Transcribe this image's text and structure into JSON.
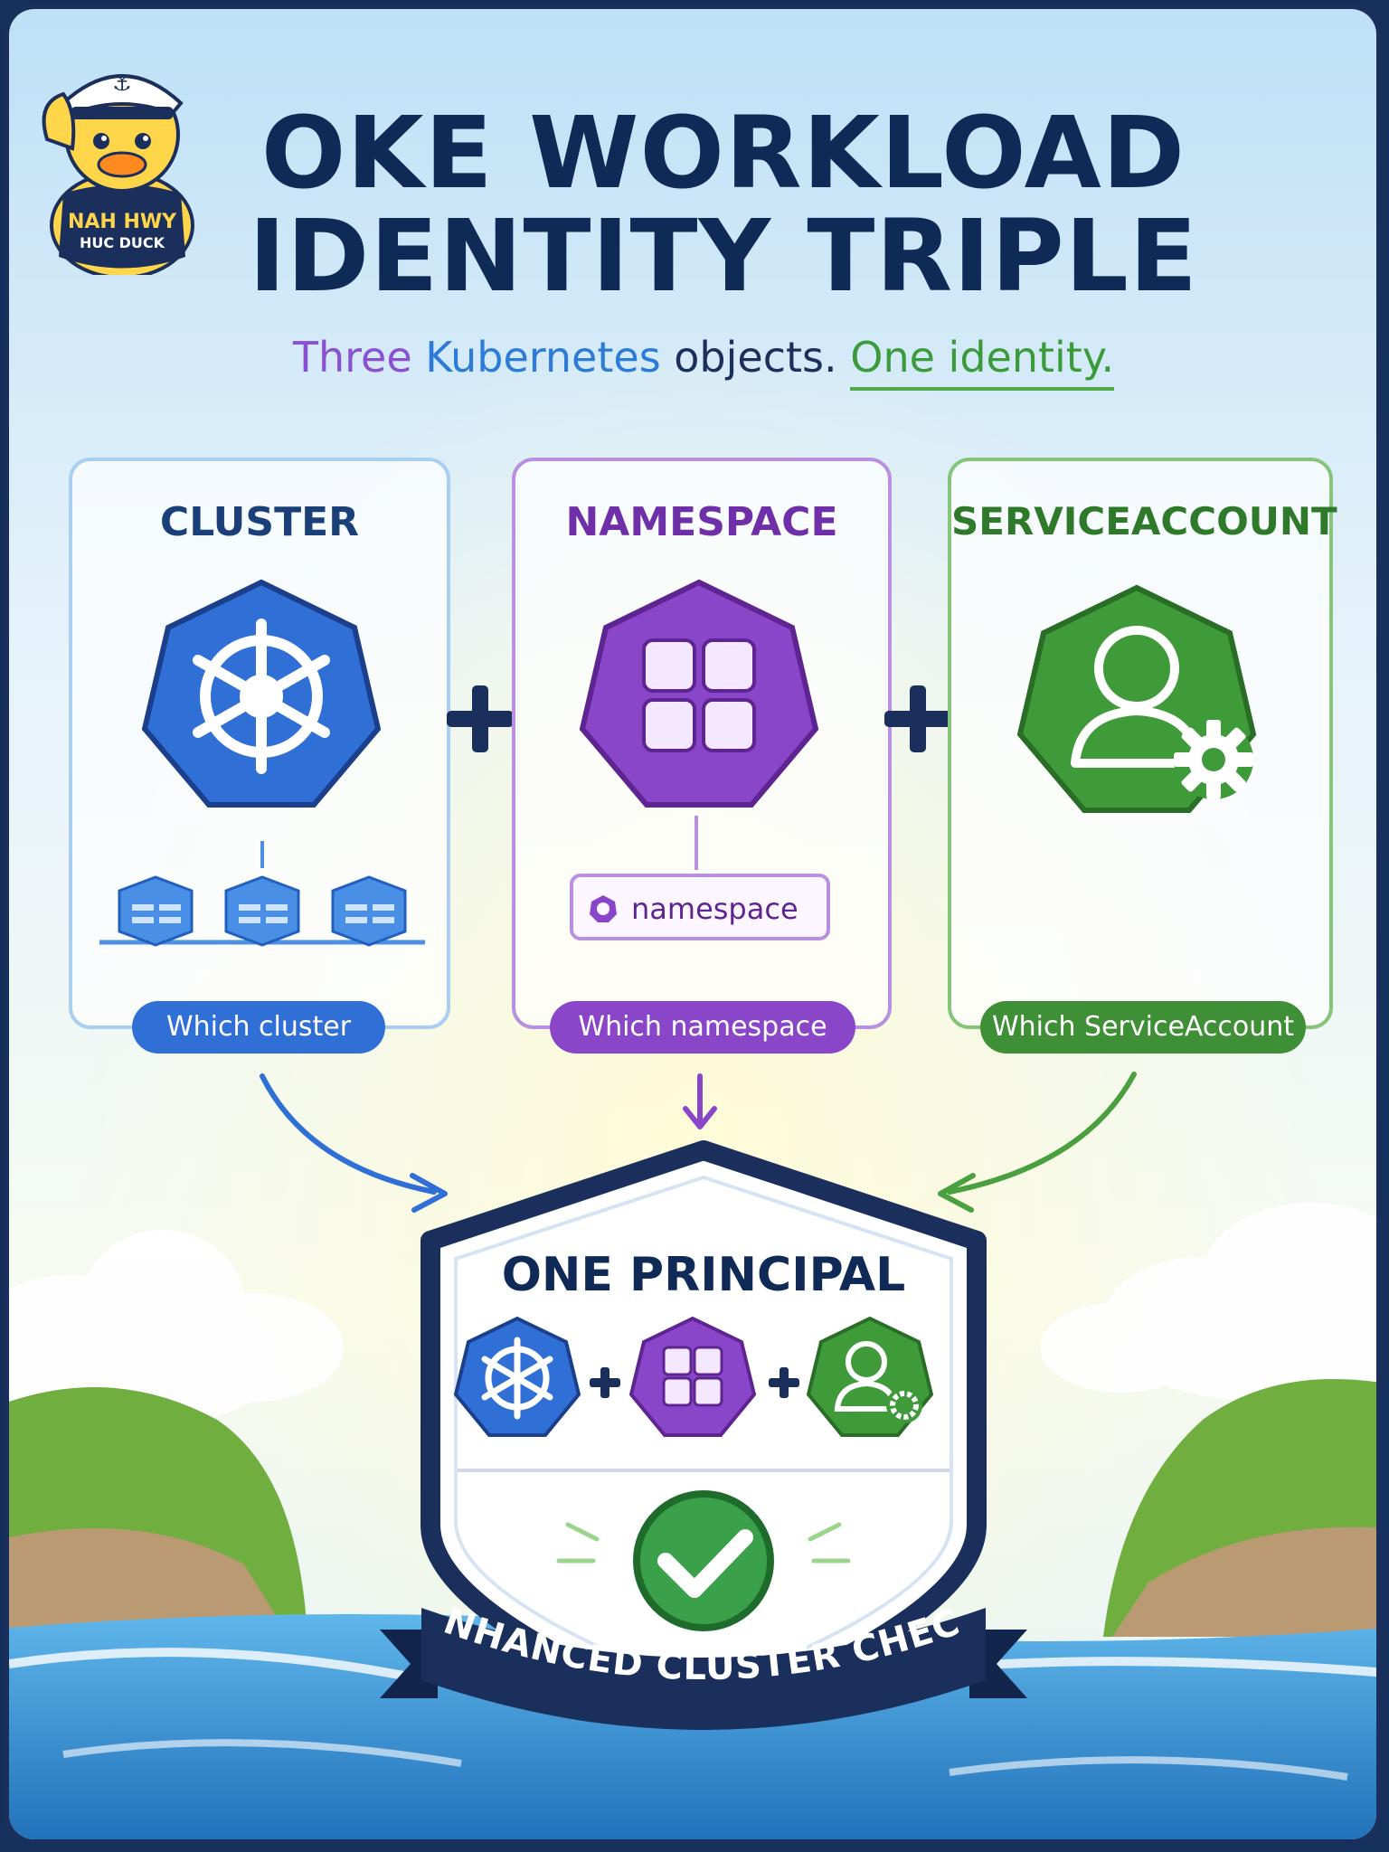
{
  "header": {
    "title_line1": "OKE WORKLOAD",
    "title_line2": "IDENTITY TRIPLE",
    "subtitle_parts": [
      "Three",
      "Kubernetes",
      "objects.",
      "One identity."
    ]
  },
  "mascot": {
    "shirt_line1": "NAH HWY",
    "shirt_line2": "HUC DUCK"
  },
  "panels": [
    {
      "title": "CLUSTER",
      "pill": "Which cluster",
      "icon": "kubernetes-wheel-icon",
      "color": "#2f6fd6"
    },
    {
      "title": "NAMESPACE",
      "pill": "Which namespace",
      "icon": "namespace-grid-icon",
      "color": "#8a46c8",
      "tag": "namespace"
    },
    {
      "title": "SERVICEACCOUNT",
      "pill": "Which ServiceAccount",
      "icon": "service-account-icon",
      "color": "#3f9a3a"
    }
  ],
  "operators": {
    "plus": "+"
  },
  "principal": {
    "title": "ONE PRINCIPAL",
    "ribbon": "ENHANCED CLUSTER CHECK"
  },
  "colors": {
    "navy": "#1b2f5c",
    "blue": "#2f6fd6",
    "purple": "#8a46c8",
    "green": "#3f9a3a"
  }
}
